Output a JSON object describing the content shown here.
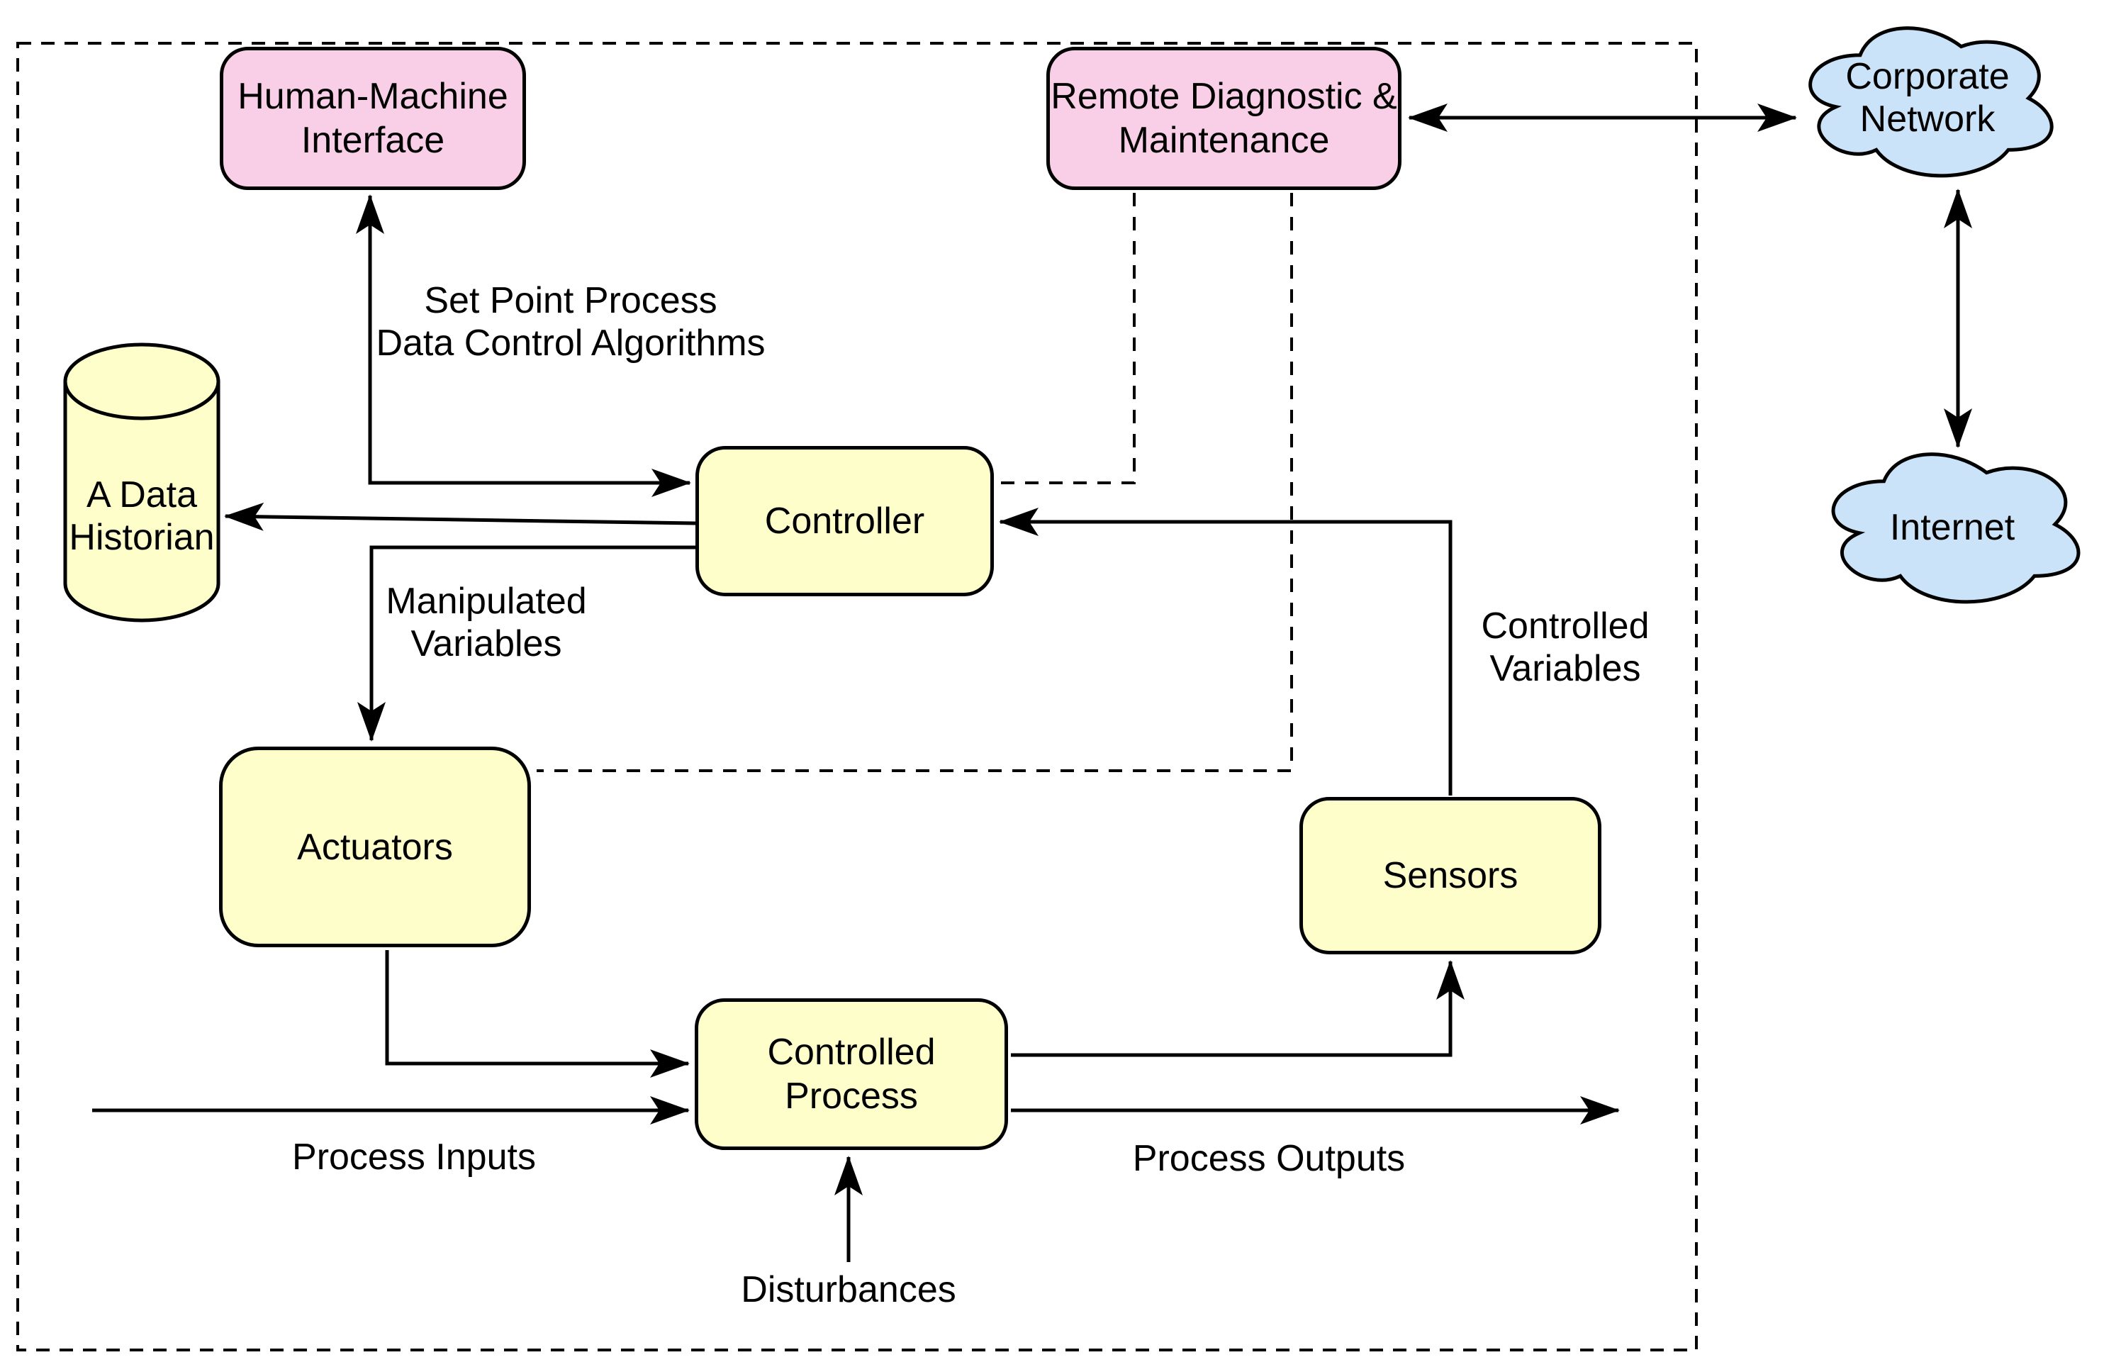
{
  "diagram": {
    "nodes": {
      "hmi": {
        "label": "Human-Machine\nInterface"
      },
      "rdm": {
        "label": "Remote Diagnostic &\nMaintenance"
      },
      "historian": {
        "label": "A Data\nHistorian"
      },
      "controller": {
        "label": "Controller"
      },
      "actuators": {
        "label": "Actuators"
      },
      "sensors": {
        "label": "Sensors"
      },
      "process": {
        "label": "Controlled\nProcess"
      },
      "corporate_network": {
        "label": "Corporate\nNetwork"
      },
      "internet": {
        "label": "Internet"
      }
    },
    "edge_labels": {
      "set_point": "Set Point Process\nData Control Algorithms",
      "manipulated": "Manipulated\nVariables",
      "controlled": "Controlled\nVariables",
      "process_inputs": "Process Inputs",
      "process_outputs": "Process Outputs",
      "disturbances": "Disturbances"
    },
    "colors": {
      "node_pink": "#F9CEE7",
      "node_yellow": "#FDFEC9",
      "node_blue": "#CAE3F9",
      "stroke": "#000000",
      "background": "#FFFFFF"
    }
  }
}
